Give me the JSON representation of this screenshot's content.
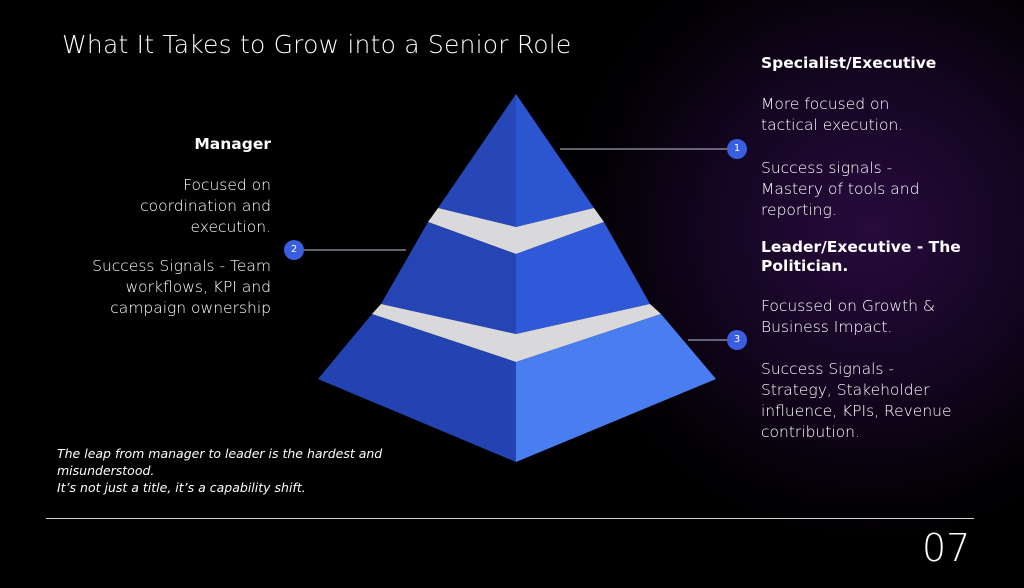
{
  "slide": {
    "title": "What It Takes to Grow into a Senior Role",
    "page_number": "07"
  },
  "tiers": [
    {
      "number": "1",
      "heading": "Specialist/Executive",
      "paragraphs": [
        "More focused on tactical execution.",
        "Success signals - Mastery of tools and reporting."
      ]
    },
    {
      "number": "2",
      "heading": "Manager",
      "paragraphs": [
        "Focused on coordination and execution.",
        "Success Signals - Team workflows, KPI and campaign ownership"
      ]
    },
    {
      "number": "3",
      "heading": "Leader/Executive - The Politician.",
      "paragraphs": [
        "Focussed on Growth & Business Impact.",
        "Success Signals - Strategy, Stakeholder influence, KPIs, Revenue contribution."
      ]
    }
  ],
  "quote": {
    "line1": "The leap from manager to leader is the hardest and misunderstood.",
    "line2": "It’s not just a title, it’s a capability shift."
  },
  "colors": {
    "background": "#000000",
    "pyramid_dark": "#2342b0",
    "pyramid_mid": "#2f57d6",
    "pyramid_light": "#4a7ef0",
    "band": "#d9d9dc",
    "badge": "#3a5ee0"
  }
}
